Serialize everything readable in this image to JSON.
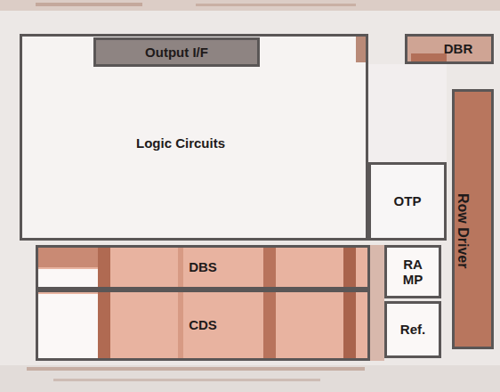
{
  "diagram": {
    "nodes": [
      {
        "text": [
          "Logic Circuits"
        ]
      },
      {
        "text": [
          "Output I/F"
        ],
        "in": 0
      },
      {
        "text": [
          "DBR"
        ]
      },
      {
        "text": [
          "Row Driver"
        ]
      },
      {
        "text": [
          "OTP"
        ]
      },
      {
        "text": [
          "DBS"
        ]
      },
      {
        "text": [
          "CDS"
        ]
      },
      {
        "text": [
          "RA MP"
        ]
      },
      {
        "text": [
          "Ref."
        ]
      }
    ]
  }
}
